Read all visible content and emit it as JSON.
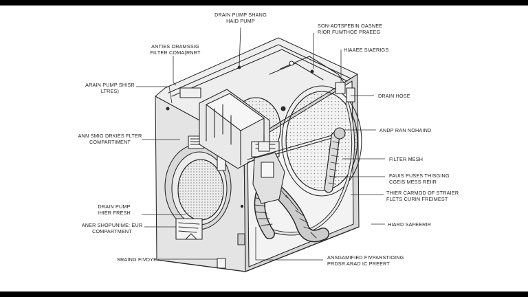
{
  "labels": {
    "top_center": [
      "DRAIN PUMP SHANG",
      "HAID PUMP"
    ],
    "top_right": [
      "SON-ADTSFEBIN OASNEE",
      "RIOR FUMTHOE PRAEEG"
    ],
    "filter_compartment_top": [
      "ANTIES ORAMSSIG",
      "FILTER COMA(RNRT"
    ],
    "hinge_seals": [
      "HIAAEE SIAERIGS"
    ],
    "drain_pump_filter": [
      "ARAIN PUMP SHISR",
      "LTRES)"
    ],
    "drain_hose": [
      "DRAIN HOSE"
    ],
    "drain_filter_compartment": [
      "ANN SMIG DRKIES FLTER",
      "COMPARTIMENT"
    ],
    "pump_housing": [
      "ANDP RAN NOHAIND"
    ],
    "filter_mesh": [
      "FILTER MESH"
    ],
    "faris_puses": [
      "FAUIS PUSES THISGING",
      "CGEIS MESS REIIR"
    ],
    "thier_carmod": [
      "THIER CARMOD OF STRAIER",
      "FLETS CURIN FREIMEST"
    ],
    "drain_pump_bottom": [
      "DRAIN PUMP",
      "IHIER FRESH"
    ],
    "hiard_saferir": [
      "HIARD SAFEERIR"
    ],
    "aner_compartment": [
      "ANER SHOPUNIME: EUR",
      "COMPARTMENT"
    ],
    "bottom_center": [
      "ANSGAMIFIED FIVPARSTIOING",
      "PRDSR ARAD IC PREERT"
    ],
    "sraing_fivdye": [
      "SRAING FIVDYE"
    ]
  },
  "colors": {
    "line": "#2a2a2a",
    "body_fill": "#e4e4e4",
    "side_fill": "#d2d2d2",
    "inner_fill": "#f2f2f2",
    "mesh": "#8a8a8a"
  }
}
